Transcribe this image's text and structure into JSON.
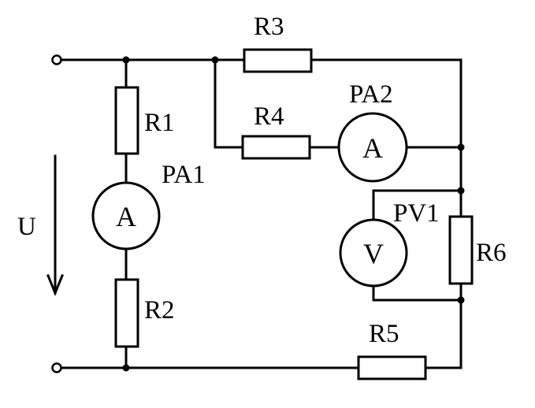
{
  "diagram": {
    "resistors": [
      {
        "id": "R1",
        "label": "R1"
      },
      {
        "id": "R2",
        "label": "R2"
      },
      {
        "id": "R3",
        "label": "R3"
      },
      {
        "id": "R4",
        "label": "R4"
      },
      {
        "id": "R5",
        "label": "R5"
      },
      {
        "id": "R6",
        "label": "R6"
      }
    ],
    "meters": [
      {
        "id": "PA1",
        "label": "PA1",
        "symbol": "A"
      },
      {
        "id": "PA2",
        "label": "PA2",
        "symbol": "A"
      },
      {
        "id": "PV1",
        "label": "PV1",
        "symbol": "V"
      }
    ],
    "voltage": {
      "label": "U"
    }
  }
}
